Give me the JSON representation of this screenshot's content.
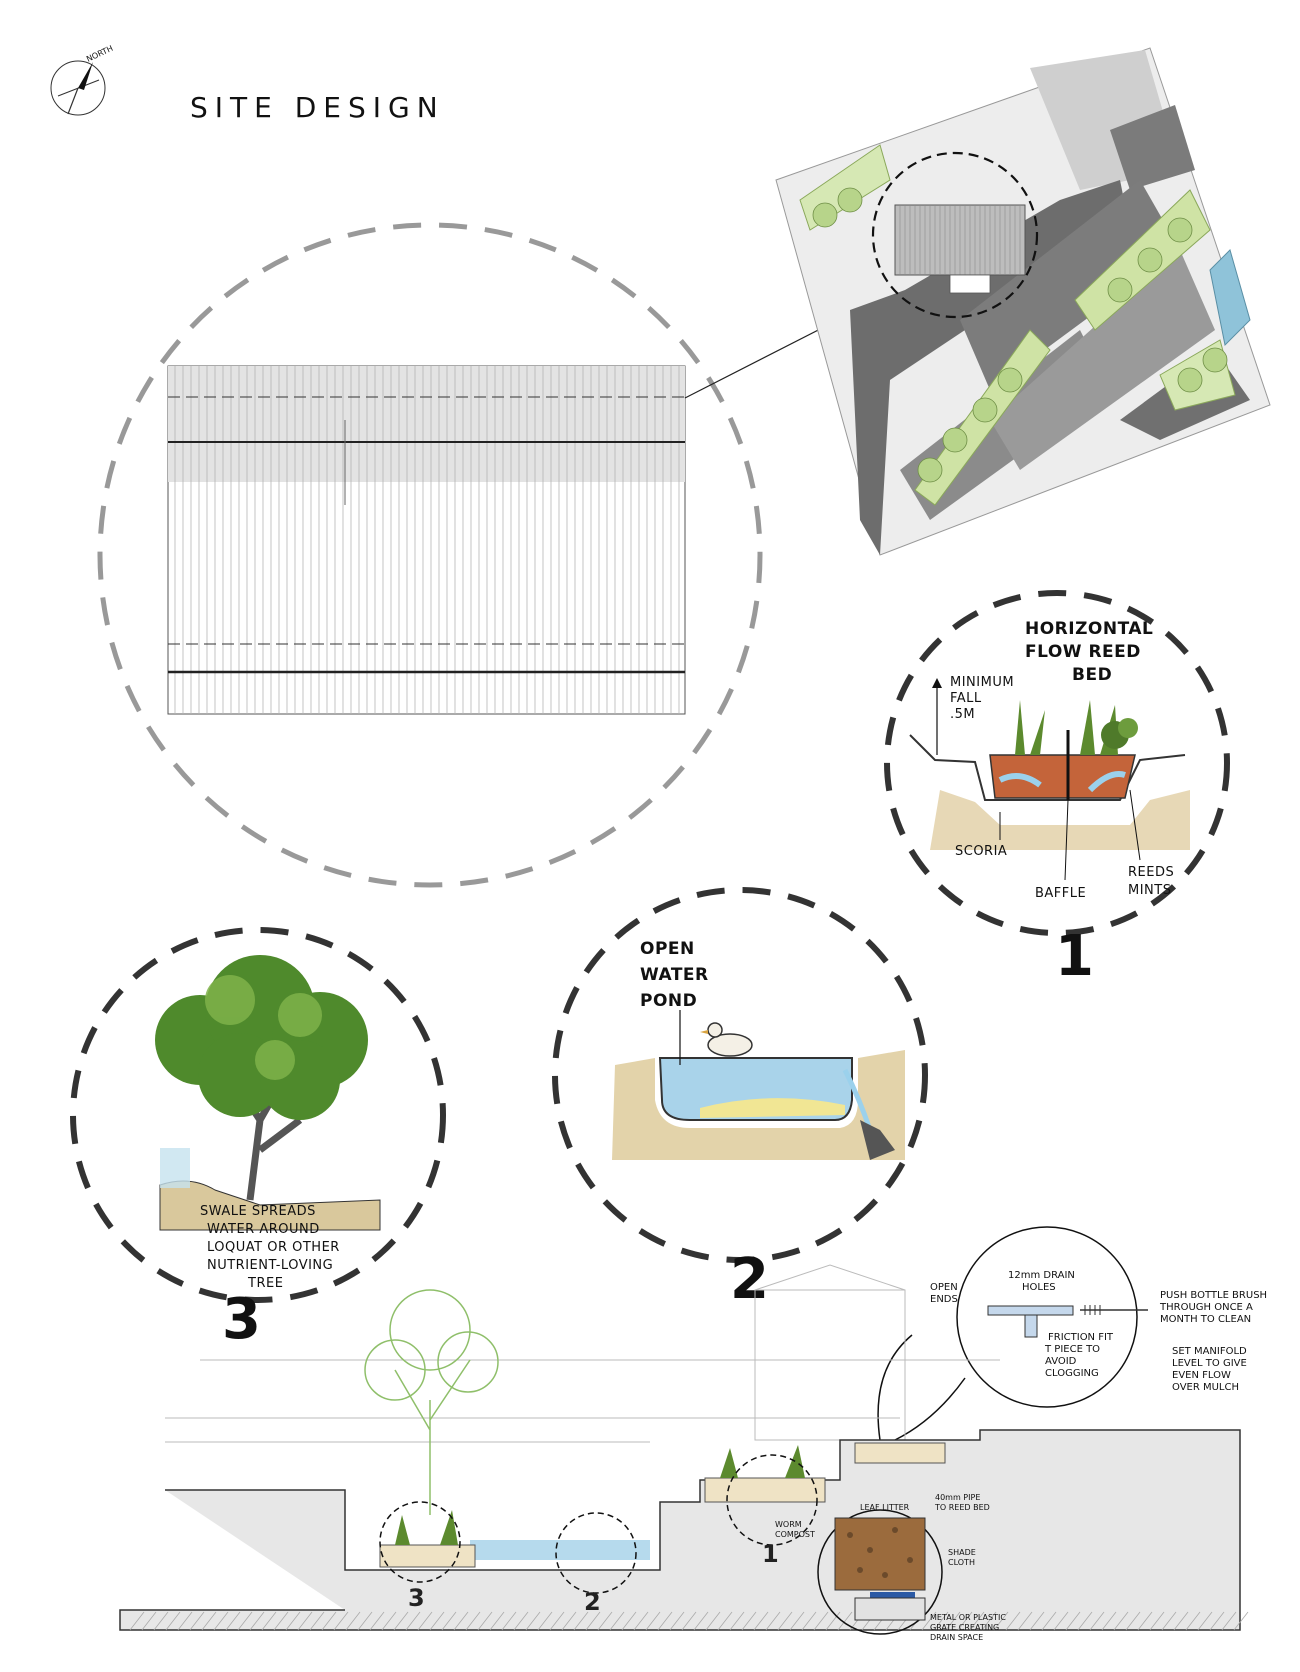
{
  "title": "SITE DESIGN",
  "compass": {
    "label": "NORTH",
    "icon": "north-arrow-icon"
  },
  "details": [
    {
      "number": "1",
      "heading": [
        "HORIZONTAL",
        "FLOW REED",
        "BED"
      ],
      "fall": [
        "MINIMUM",
        "FALL",
        ".5M"
      ],
      "labels": [
        "SCORIA",
        "BAFFLE",
        "REEDS",
        "MINTS"
      ]
    },
    {
      "number": "2",
      "heading": [
        "OPEN",
        "WATER",
        "POND"
      ]
    },
    {
      "number": "3",
      "caption": [
        "SWALE SPREADS",
        "WATER AROUND",
        "LOQUAT OR OTHER",
        "NUTRIENT-LOVING",
        "TREE"
      ]
    }
  ],
  "manifold": {
    "open_ends": [
      "OPEN",
      "ENDS"
    ],
    "holes": [
      "12mm DRAIN",
      "HOLES"
    ],
    "brush": [
      "PUSH BOTTLE BRUSH",
      "THROUGH ONCE A",
      "MONTH TO CLEAN"
    ],
    "tpiece": [
      "FRICTION FIT",
      "T PIECE TO",
      "AVOID",
      "CLOGGING"
    ],
    "level": [
      "SET MANIFOLD",
      "LEVEL TO GIVE",
      "EVEN FLOW",
      "OVER MULCH"
    ]
  },
  "compost": {
    "leaf_litter": "LEAF LITTER",
    "pipe": [
      "40mm PIPE",
      "TO REED BED"
    ],
    "worm": [
      "WORM",
      "COMPOST"
    ],
    "shade": [
      "SHADE",
      "CLOTH"
    ],
    "grate": [
      "METAL OR PLASTIC",
      "GRATE CREATING",
      "DRAIN SPACE"
    ]
  },
  "section_numbers": [
    "3",
    "2",
    "1"
  ],
  "colors": {
    "plant_green": "#6f9e3a",
    "water_blue": "#a9d3ea",
    "soil_brown": "#a0522d",
    "paving_grey": "#8a8a8a"
  }
}
